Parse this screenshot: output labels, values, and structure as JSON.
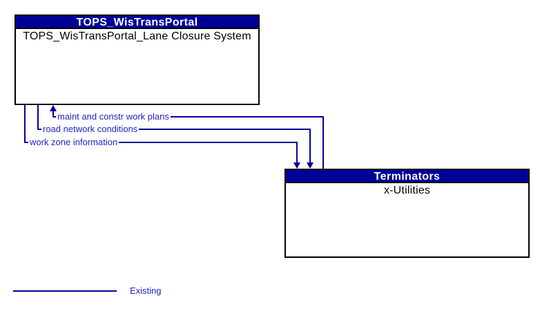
{
  "colors": {
    "line": "#000099",
    "label_text": "#2222cc",
    "header_bg": "#000099",
    "header_text": "#ffffff",
    "border": "#000000",
    "background": "#ffffff"
  },
  "system_box": {
    "header": "TOPS_WisTransPortal",
    "body": "TOPS_WisTransPortal_Lane Closure System"
  },
  "terminator_box": {
    "header": "Terminators",
    "body": "x-Utilities"
  },
  "flows": [
    {
      "label": "maint and constr work plans",
      "direction": "to-system"
    },
    {
      "label": "road network conditions",
      "direction": "to-terminator"
    },
    {
      "label": "work zone information",
      "direction": "to-terminator"
    }
  ],
  "legend": {
    "label": "Existing"
  }
}
